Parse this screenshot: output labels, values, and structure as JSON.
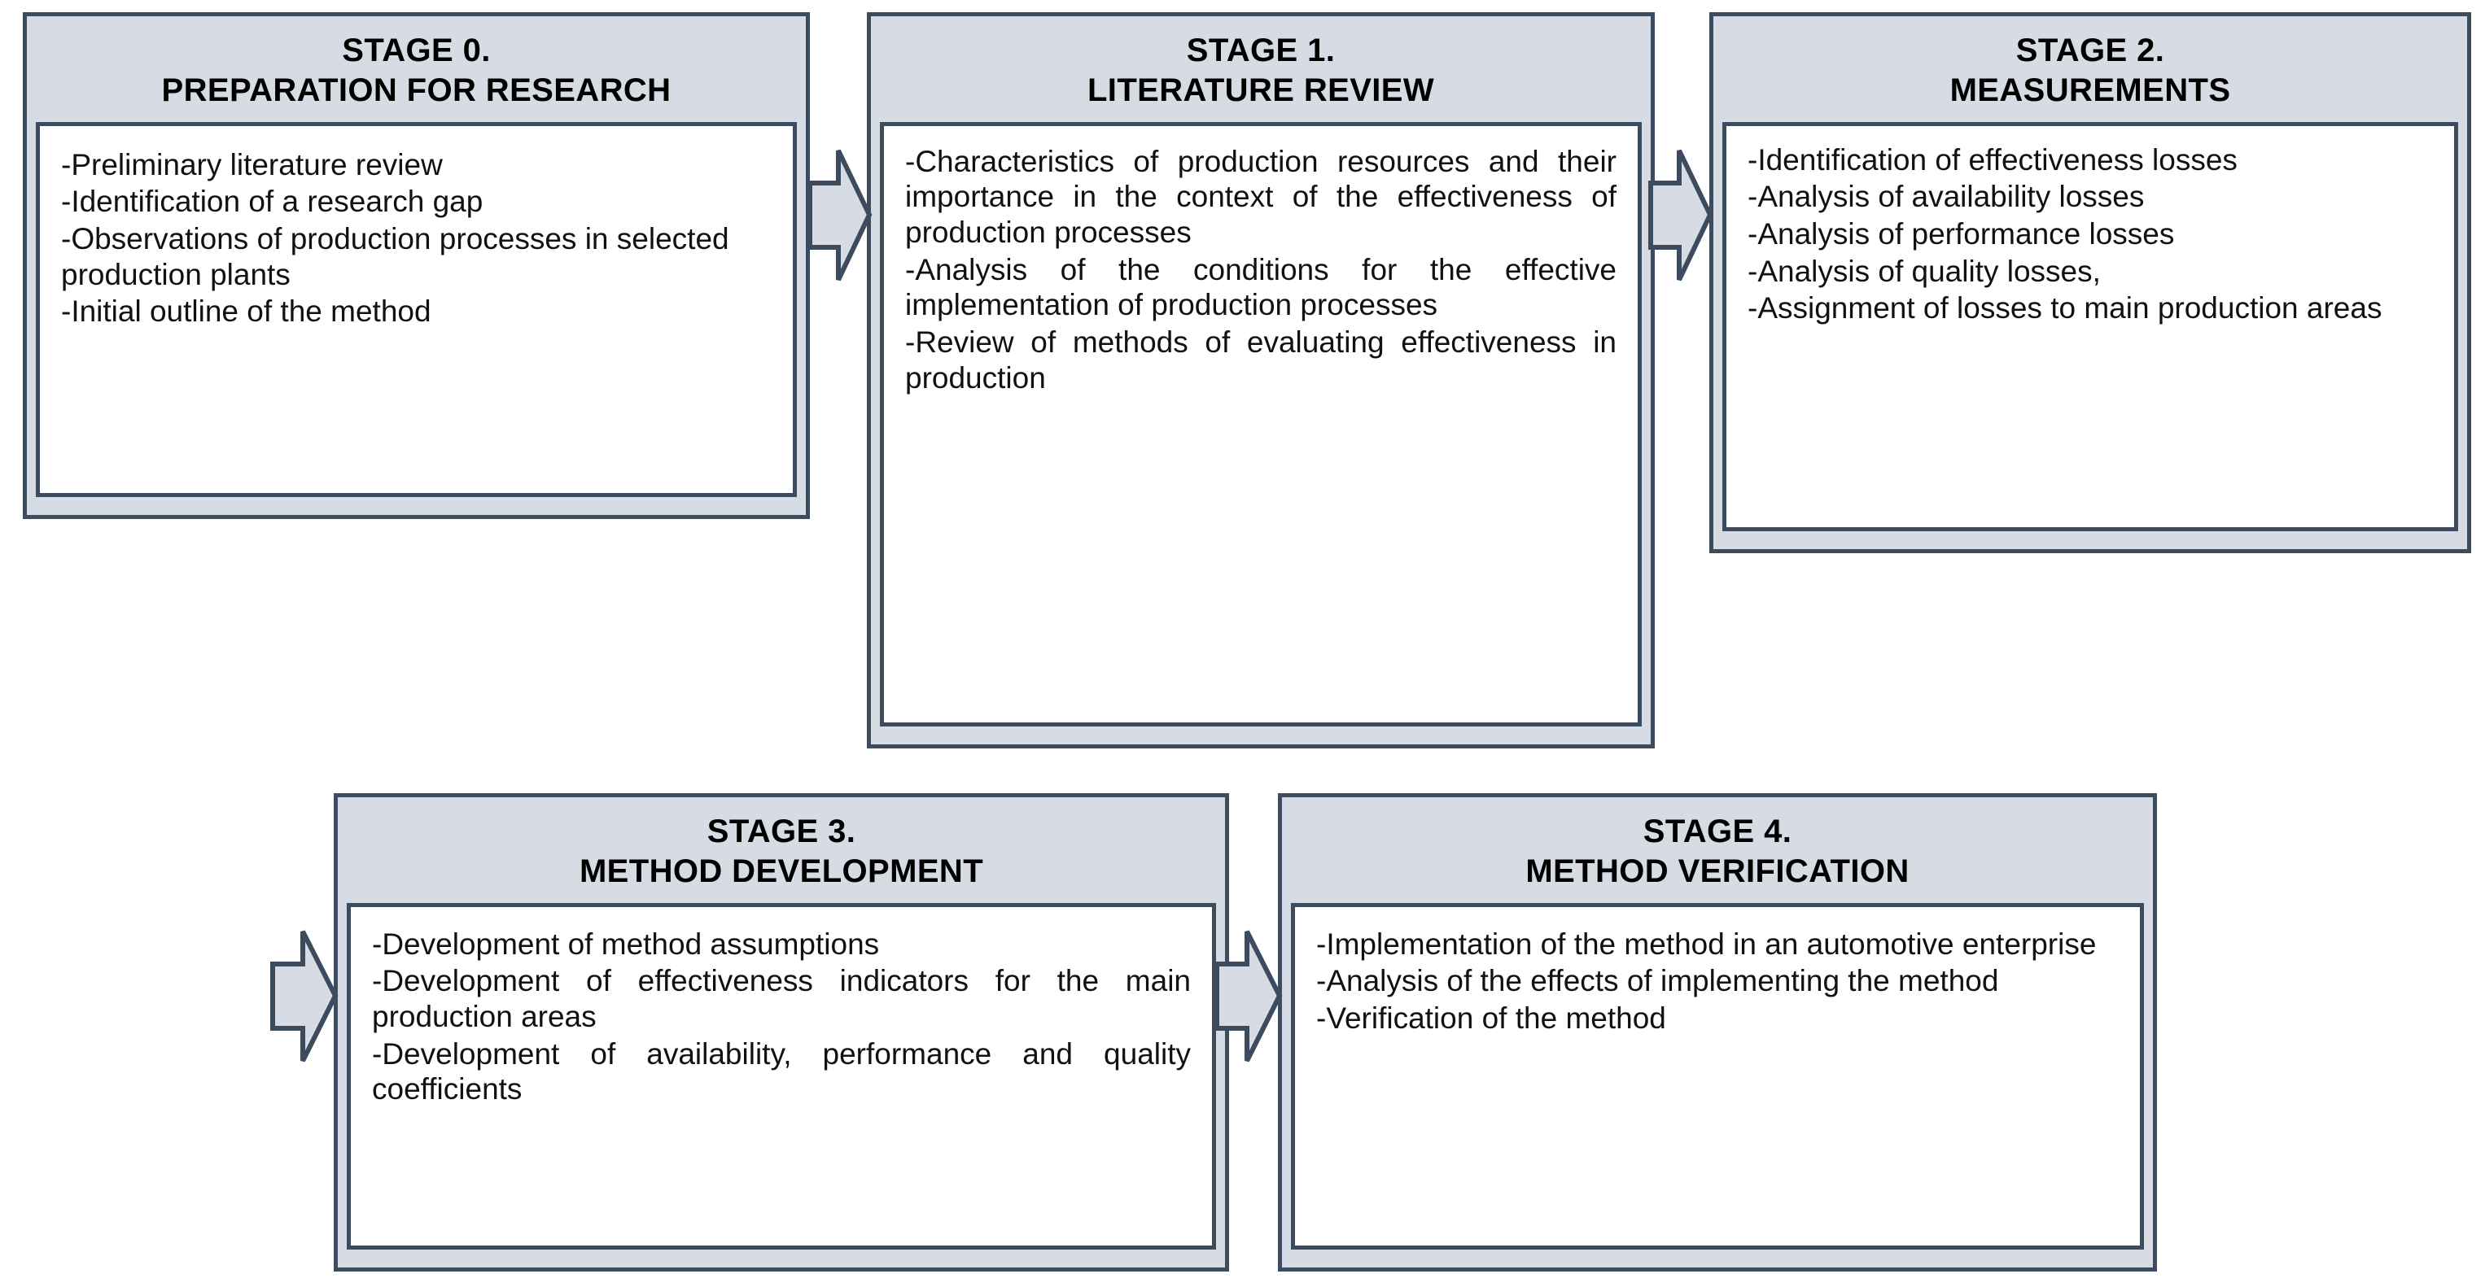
{
  "diagram": {
    "title": "Research methodology stages flowchart",
    "colors": {
      "card_fill": "#d7dce4",
      "card_border": "#3c4c5e",
      "panel_fill": "#ffffff",
      "arrow_fill": "#d7dce4",
      "arrow_stroke": "#3c4c5e",
      "text": "#111111",
      "heading_text": "#000000"
    }
  },
  "stages": [
    {
      "id": "stage-0",
      "title_line1": "STAGE 0.",
      "title_line2": "PREPARATION FOR RESEARCH",
      "items": [
        "-Preliminary literature review",
        "-Identification of a research gap",
        "-Observations of production processes in selected production plants",
        "-Initial outline of the method"
      ]
    },
    {
      "id": "stage-1",
      "title_line1": "STAGE 1.",
      "title_line2": "LITERATURE REVIEW",
      "items": [
        "-Characteristics of production resources and their importance in the context of the effectiveness of production processes",
        "-Analysis of the conditions for the effective implementation of production processes",
        "-Review of methods of evaluating effectiveness in production"
      ]
    },
    {
      "id": "stage-2",
      "title_line1": "STAGE 2.",
      "title_line2": "MEASUREMENTS",
      "items": [
        "-Identification of effectiveness losses",
        "-Analysis of availability losses",
        "-Analysis of performance losses",
        "-Analysis of quality losses,",
        "-Assignment of losses to main production areas"
      ]
    },
    {
      "id": "stage-3",
      "title_line1": "STAGE 3.",
      "title_line2": "METHOD DEVELOPMENT",
      "items": [
        "-Development of method assumptions",
        "-Development of effectiveness indicators for the main production areas",
        "-Development of availability, performance and quality coefficients"
      ]
    },
    {
      "id": "stage-4",
      "title_line1": "STAGE 4.",
      "title_line2": "METHOD VERIFICATION",
      "items": [
        "-Implementation of the method in an automotive enterprise",
        "-Analysis of the effects of implementing the method",
        "-Verification of the method"
      ]
    }
  ],
  "connectors": [
    {
      "id": "arrow-stage0-to-stage1",
      "from": "stage-0",
      "to": "stage-1",
      "direction": "right"
    },
    {
      "id": "arrow-stage1-to-stage2",
      "from": "stage-1",
      "to": "stage-2",
      "direction": "right"
    },
    {
      "id": "arrow-stage2-to-stage3",
      "from": "stage-2",
      "to": "stage-3",
      "direction": "right"
    },
    {
      "id": "arrow-stage3-to-stage4",
      "from": "stage-3",
      "to": "stage-4",
      "direction": "right"
    }
  ]
}
